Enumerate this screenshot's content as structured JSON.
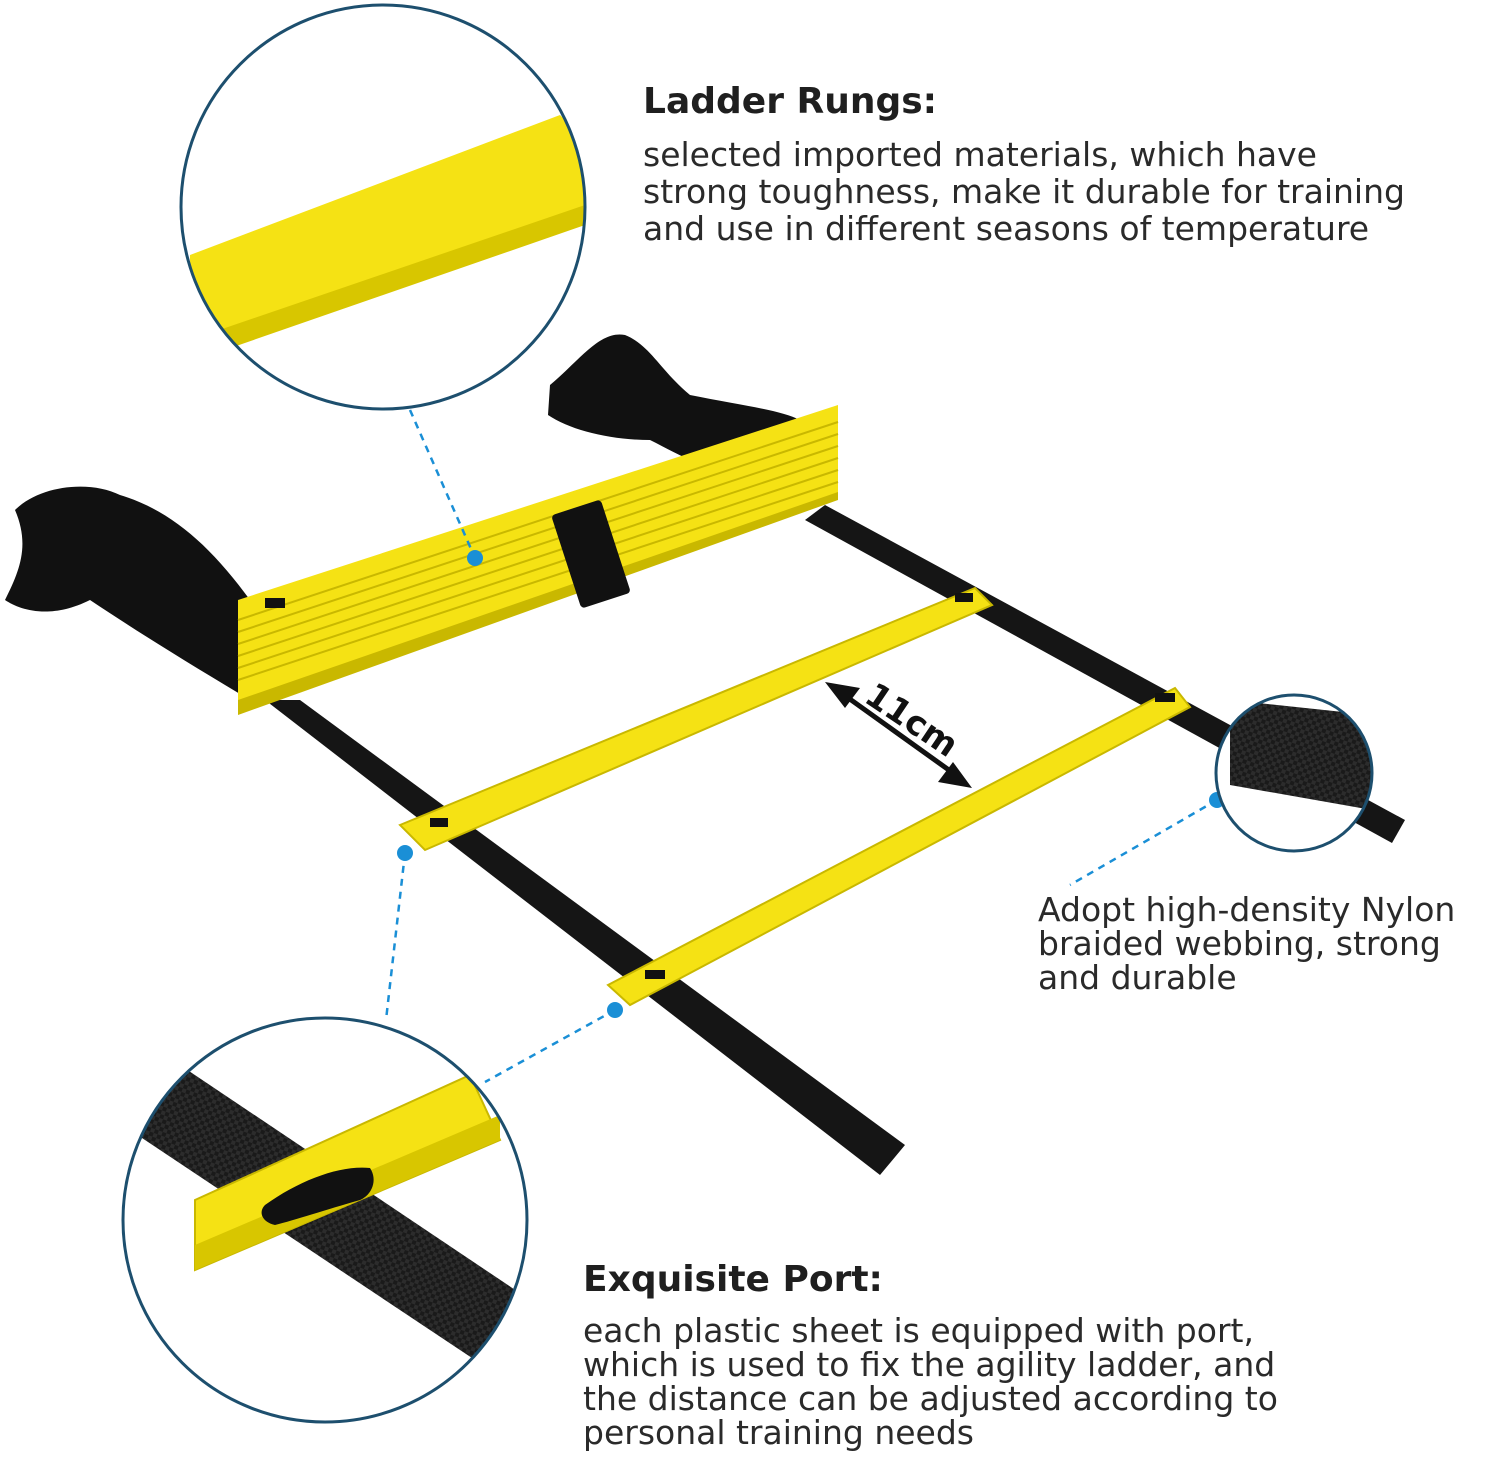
{
  "colors": {
    "rung_yellow": "#f5e214",
    "rung_shadow": "#c9b800",
    "webbing_black": "#151515",
    "leader_blue": "#1a8fd6",
    "circle_stroke": "#1d4f6e"
  },
  "callouts": {
    "rungs": {
      "title": "Ladder Rungs:",
      "body": "selected imported materials, which have\nstrong toughness, make it durable for training\n and use in different seasons of temperature"
    },
    "webbing": {
      "body": "Adopt high-density Nylon\nbraided webbing, strong\nand durable"
    },
    "port": {
      "title": "Exquisite Port:",
      "body": "each plastic sheet is equipped with port,\nwhich is used to fix the agility ladder, and\nthe distance can be adjusted according to\npersonal training needs"
    }
  },
  "measurement": {
    "label": "11cm"
  },
  "icons": {
    "zoom_rung": "zoom-circle-rung-icon",
    "zoom_webbing": "zoom-circle-webbing-icon",
    "zoom_port": "zoom-circle-port-icon",
    "arrow": "double-arrow-icon"
  }
}
